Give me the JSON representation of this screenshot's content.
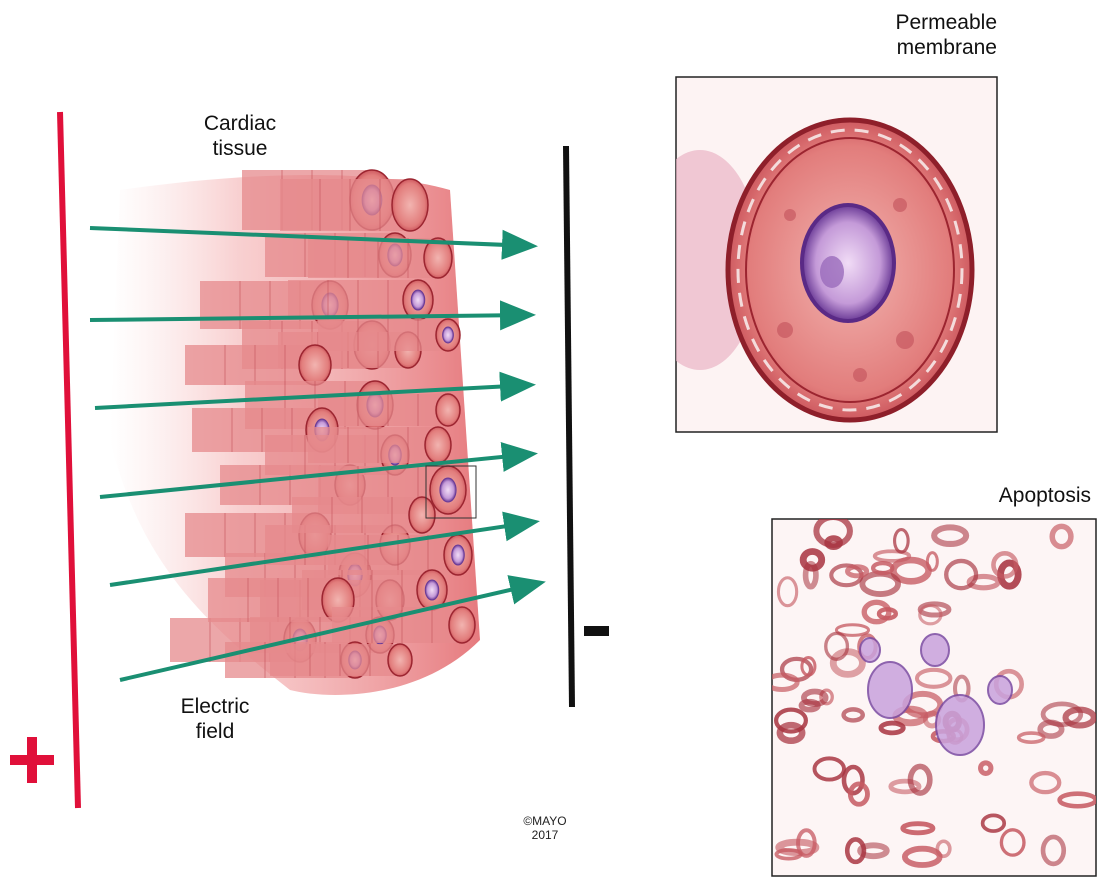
{
  "labels": {
    "tissue_line1": "Cardiac",
    "tissue_line2": "tissue",
    "field_line1": "Electric",
    "field_line2": "field",
    "membrane_line1": "Permeable",
    "membrane_line2": "membrane",
    "apoptosis": "Apoptosis",
    "copyright_line1": "©MAYO",
    "copyright_line2": "2017",
    "positive_symbol": "+",
    "negative_symbol": "−"
  },
  "colors": {
    "positive_electrode": "#e0103a",
    "negative_electrode": "#111111",
    "field_arrow": "#1a8f72",
    "tissue_fill": "#e9787c",
    "tissue_dark": "#9c2530",
    "nucleus": "#b98fd6",
    "panel_border": "#222222"
  },
  "icons": [
    "plus-sign-icon",
    "minus-sign-icon",
    "field-arrow-icon"
  ]
}
